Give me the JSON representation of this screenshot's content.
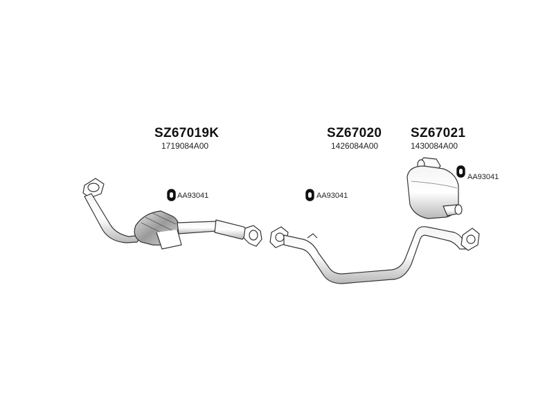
{
  "parts": [
    {
      "code": "SZ67019K",
      "oem": "1719084A00",
      "hanger": "AA93041"
    },
    {
      "code": "SZ67020",
      "oem": "1426084A00",
      "hanger": "AA93041"
    },
    {
      "code": "SZ67021",
      "oem": "1430084A00",
      "hanger": "AA93041"
    }
  ],
  "colors": {
    "line": "#333333",
    "fill": "#ffffff",
    "shade": "#bdbdbd",
    "hanger": "#111111"
  }
}
